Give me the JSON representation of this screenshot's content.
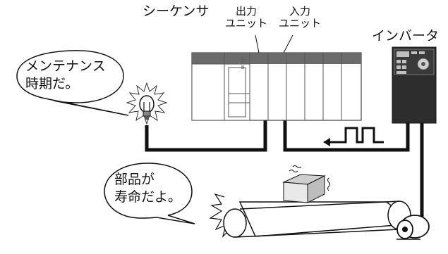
{
  "labels": {
    "sequencer": "シーケンサ",
    "output_unit_line1": "出力",
    "output_unit_line2": "ユニット",
    "input_unit_line1": "入力",
    "input_unit_line2": "ユニット",
    "inverter": "インバータ"
  },
  "bubbles": {
    "maintenance_line1": "メンテナンス",
    "maintenance_line2": "時期だ。",
    "lifetime_line1": "部品が",
    "lifetime_line2": "寿命だよ。"
  }
}
